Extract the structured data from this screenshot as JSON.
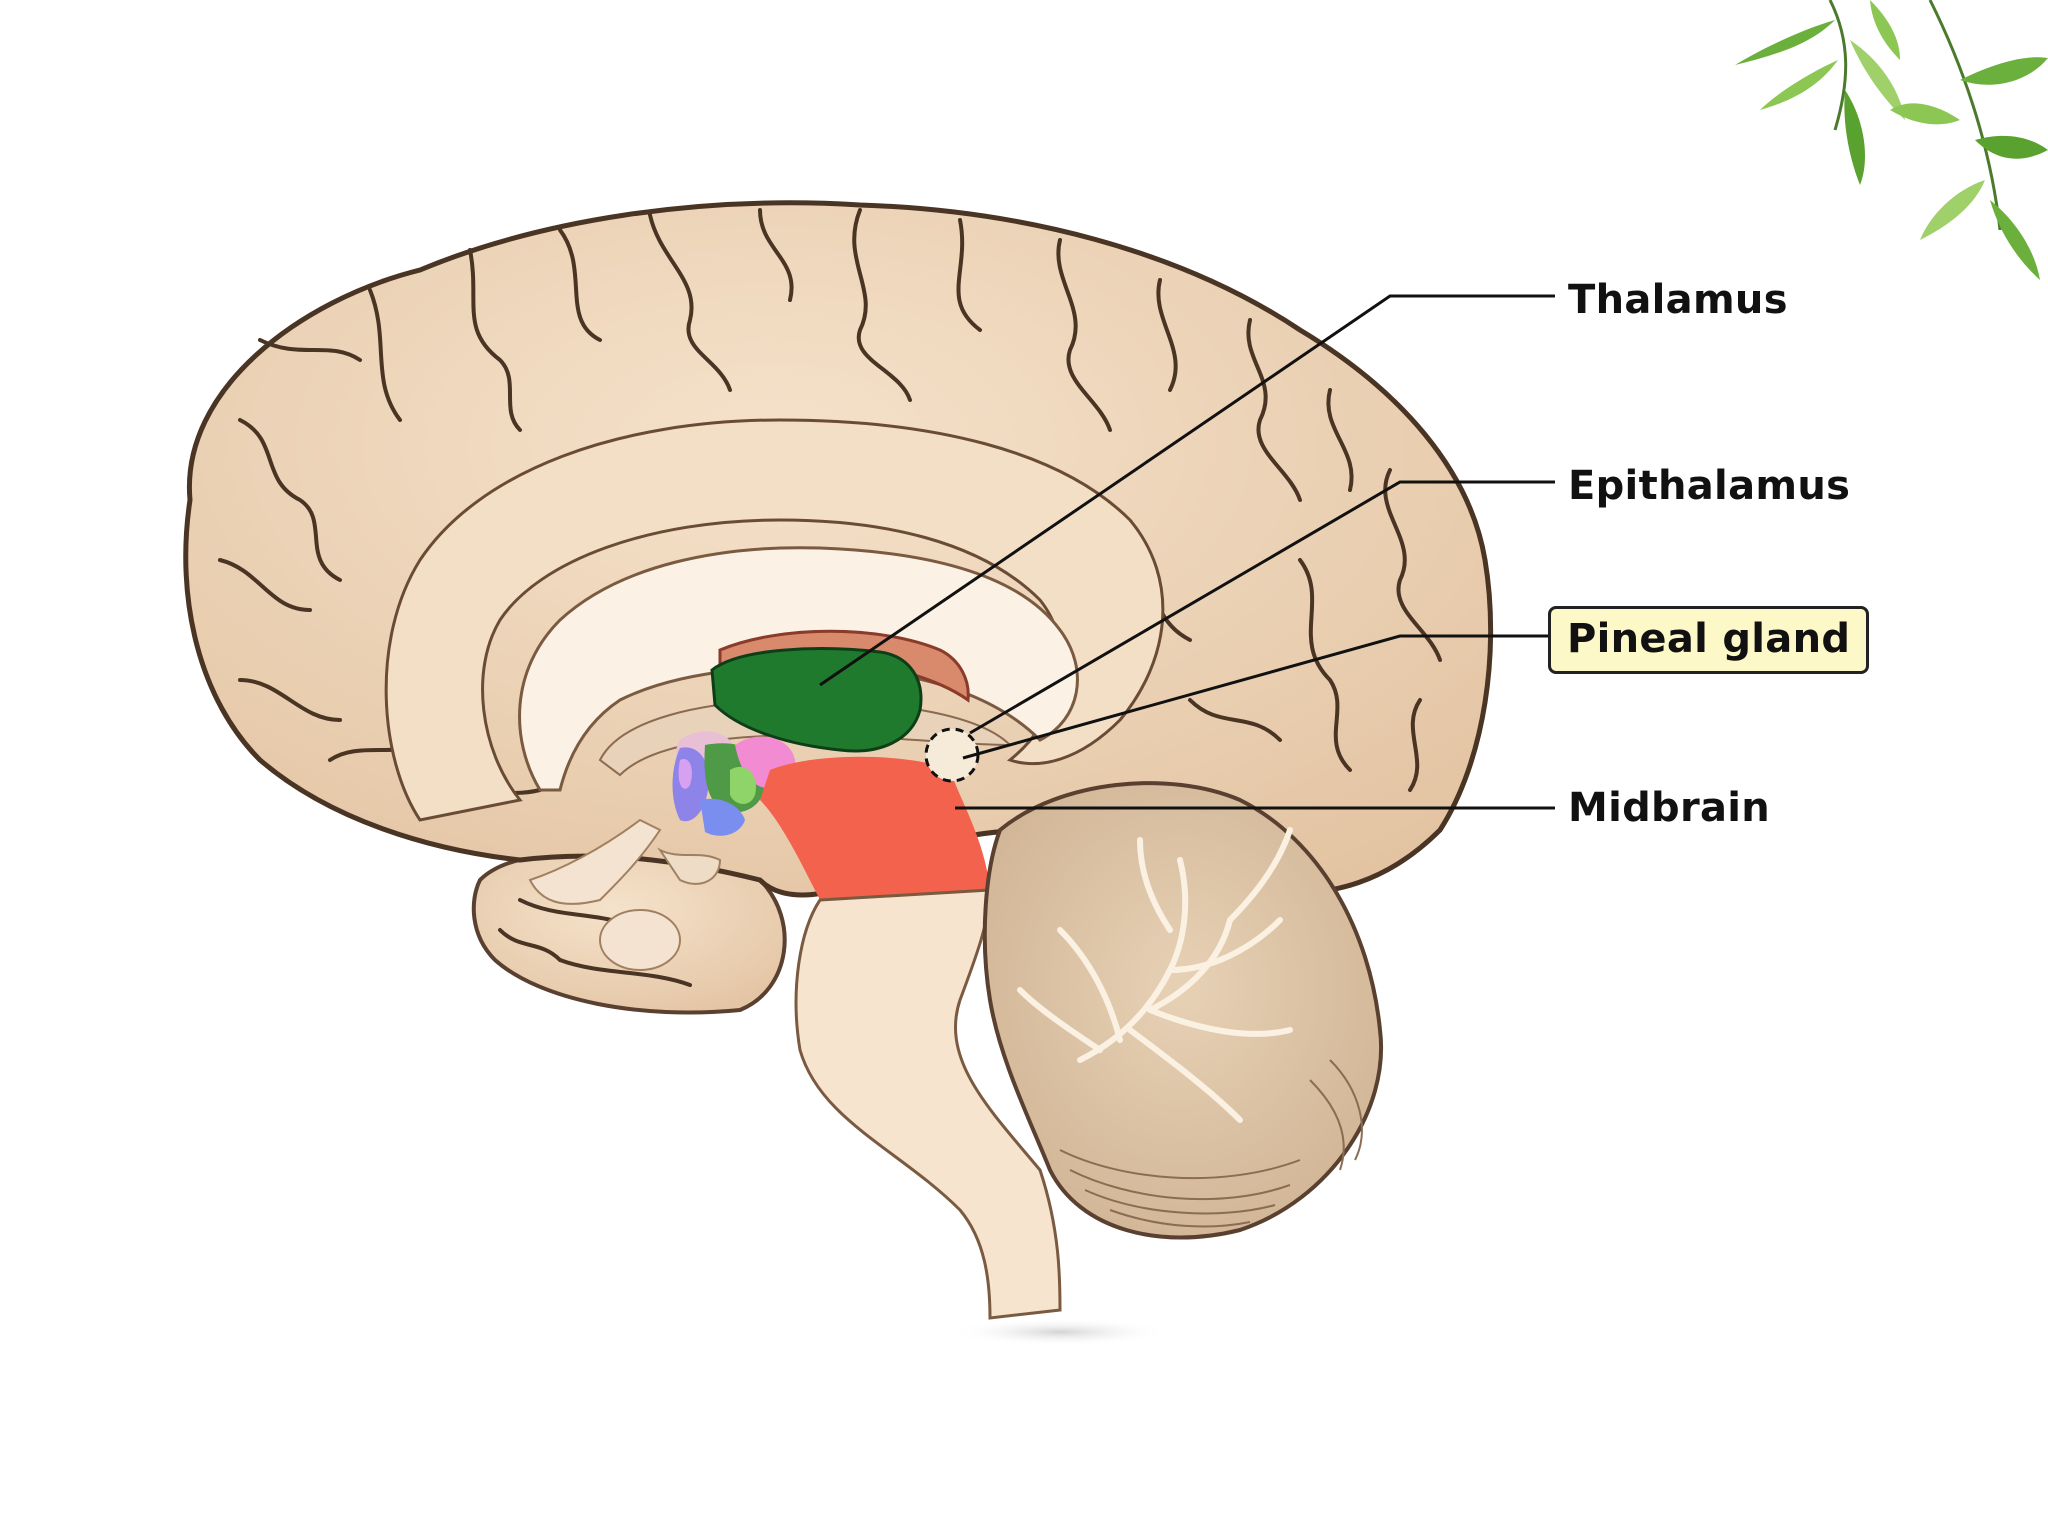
{
  "labels": {
    "thalamus": "Thalamus",
    "epithalamus": "Epithalamus",
    "pineal_gland": "Pineal gland",
    "midbrain": "Midbrain"
  },
  "colors": {
    "background": "#ffffff",
    "brain_tissue": "#e9cdae",
    "sulcus_line": "#4a3424",
    "thalamus": "#1f7a2e",
    "midbrain": "#f2624c",
    "callosum_edge": "#d98a6c",
    "pineal_box": "#fdf8c7",
    "leaf_green": "#7dbf45"
  },
  "icons": [
    "leaf-decoration-icon"
  ]
}
